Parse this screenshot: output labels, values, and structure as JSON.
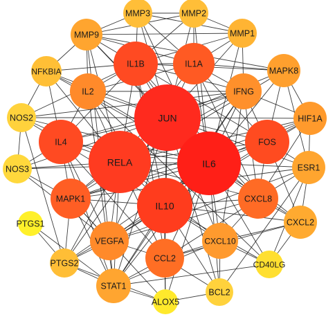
{
  "network": {
    "nodes": [
      {
        "id": "JUN",
        "label": "JUN",
        "degree_rank": 2,
        "color": "#ff2a1e"
      },
      {
        "id": "IL6",
        "label": "IL6",
        "degree_rank": 1,
        "color": "#ff1f17"
      },
      {
        "id": "RELA",
        "label": "RELA",
        "degree_rank": 3,
        "color": "#ff3b20"
      },
      {
        "id": "IL10",
        "label": "IL10",
        "degree_rank": 4,
        "color": "#ff3c1d"
      },
      {
        "id": "IL1B",
        "label": "IL1B",
        "degree_rank": 5,
        "color": "#ff4a22"
      },
      {
        "id": "IL4",
        "label": "IL4",
        "degree_rank": 6,
        "color": "#ff4a22"
      },
      {
        "id": "FOS",
        "label": "FOS",
        "degree_rank": 7,
        "color": "#ff4b20"
      },
      {
        "id": "IL1A",
        "label": "IL1A",
        "degree_rank": 8,
        "color": "#ff5a23"
      },
      {
        "id": "MAPK1",
        "label": "MAPK1",
        "degree_rank": 9,
        "color": "#ff5e24"
      },
      {
        "id": "CXCL8",
        "label": "CXCL8",
        "degree_rank": 10,
        "color": "#ff6b25"
      },
      {
        "id": "CCL2",
        "label": "CCL2",
        "degree_rank": 11,
        "color": "#ff6e24"
      },
      {
        "id": "VEGFA",
        "label": "VEGFA",
        "degree_rank": 12,
        "color": "#ff8a2a"
      },
      {
        "id": "IL2",
        "label": "IL2",
        "degree_rank": 13,
        "color": "#ff8a2a"
      },
      {
        "id": "IFNG",
        "label": "IFNG",
        "degree_rank": 14,
        "color": "#ff902b"
      },
      {
        "id": "CXCL10",
        "label": "CXCL10",
        "degree_rank": 15,
        "color": "#ff9a2e"
      },
      {
        "id": "HIF1A",
        "label": "HIF1A",
        "degree_rank": 16,
        "color": "#ff9a2c"
      },
      {
        "id": "MAPK8",
        "label": "MAPK8",
        "degree_rank": 17,
        "color": "#ffa02e"
      },
      {
        "id": "ESR1",
        "label": "ESR1",
        "degree_rank": 18,
        "color": "#ffa52f"
      },
      {
        "id": "MMP9",
        "label": "MMP9",
        "degree_rank": 19,
        "color": "#ffa52f"
      },
      {
        "id": "CXCL2",
        "label": "CXCL2",
        "degree_rank": 20,
        "color": "#ffaa30"
      },
      {
        "id": "STAT1",
        "label": "STAT1",
        "degree_rank": 21,
        "color": "#ffa530"
      },
      {
        "id": "MMP1",
        "label": "MMP1",
        "degree_rank": 22,
        "color": "#ffb433"
      },
      {
        "id": "MMP3",
        "label": "MMP3",
        "degree_rank": 23,
        "color": "#ffbe38"
      },
      {
        "id": "MMP2",
        "label": "MMP2",
        "degree_rank": 24,
        "color": "#ffbe38"
      },
      {
        "id": "NFKBIA",
        "label": "NFKBIA",
        "degree_rank": 25,
        "color": "#ffbf36"
      },
      {
        "id": "PTGS2",
        "label": "PTGS2",
        "degree_rank": 26,
        "color": "#ffbe36"
      },
      {
        "id": "NOS2",
        "label": "NOS2",
        "degree_rank": 27,
        "color": "#ffd23c"
      },
      {
        "id": "BCL2",
        "label": "BCL2",
        "degree_rank": 28,
        "color": "#ffd23c"
      },
      {
        "id": "NOS3",
        "label": "NOS3",
        "degree_rank": 29,
        "color": "#ffd83c"
      },
      {
        "id": "CD40LG",
        "label": "CD40LG",
        "degree_rank": 30,
        "color": "#ffdf30"
      },
      {
        "id": "ALOX5",
        "label": "ALOX5",
        "degree_rank": 31,
        "color": "#ffe92c"
      },
      {
        "id": "PTGS1",
        "label": "PTGS1",
        "degree_rank": 32,
        "color": "#fff02a"
      }
    ],
    "edges": [
      [
        "JUN",
        "IL6"
      ],
      [
        "JUN",
        "RELA"
      ],
      [
        "JUN",
        "IL10"
      ],
      [
        "JUN",
        "IL1B"
      ],
      [
        "JUN",
        "IL1A"
      ],
      [
        "JUN",
        "IL4"
      ],
      [
        "JUN",
        "FOS"
      ],
      [
        "JUN",
        "MAPK1"
      ],
      [
        "JUN",
        "CXCL8"
      ],
      [
        "JUN",
        "CCL2"
      ],
      [
        "JUN",
        "VEGFA"
      ],
      [
        "JUN",
        "IL2"
      ],
      [
        "JUN",
        "IFNG"
      ],
      [
        "JUN",
        "CXCL10"
      ],
      [
        "JUN",
        "HIF1A"
      ],
      [
        "JUN",
        "MAPK8"
      ],
      [
        "JUN",
        "ESR1"
      ],
      [
        "JUN",
        "MMP9"
      ],
      [
        "JUN",
        "STAT1"
      ],
      [
        "JUN",
        "MMP1"
      ],
      [
        "JUN",
        "MMP3"
      ],
      [
        "JUN",
        "MMP2"
      ],
      [
        "JUN",
        "NFKBIA"
      ],
      [
        "JUN",
        "PTGS2"
      ],
      [
        "JUN",
        "NOS2"
      ],
      [
        "JUN",
        "BCL2"
      ],
      [
        "JUN",
        "NOS3"
      ],
      [
        "JUN",
        "CXCL2"
      ],
      [
        "IL6",
        "RELA"
      ],
      [
        "IL6",
        "IL10"
      ],
      [
        "IL6",
        "IL1B"
      ],
      [
        "IL6",
        "IL1A"
      ],
      [
        "IL6",
        "IL4"
      ],
      [
        "IL6",
        "FOS"
      ],
      [
        "IL6",
        "MAPK1"
      ],
      [
        "IL6",
        "CXCL8"
      ],
      [
        "IL6",
        "CCL2"
      ],
      [
        "IL6",
        "VEGFA"
      ],
      [
        "IL6",
        "IL2"
      ],
      [
        "IL6",
        "IFNG"
      ],
      [
        "IL6",
        "CXCL10"
      ],
      [
        "IL6",
        "HIF1A"
      ],
      [
        "IL6",
        "MAPK8"
      ],
      [
        "IL6",
        "ESR1"
      ],
      [
        "IL6",
        "MMP9"
      ],
      [
        "IL6",
        "STAT1"
      ],
      [
        "IL6",
        "MMP1"
      ],
      [
        "IL6",
        "MMP3"
      ],
      [
        "IL6",
        "MMP2"
      ],
      [
        "IL6",
        "NFKBIA"
      ],
      [
        "IL6",
        "PTGS2"
      ],
      [
        "IL6",
        "NOS2"
      ],
      [
        "IL6",
        "BCL2"
      ],
      [
        "IL6",
        "NOS3"
      ],
      [
        "IL6",
        "CXCL2"
      ],
      [
        "IL6",
        "CD40LG"
      ],
      [
        "IL6",
        "ALOX5"
      ],
      [
        "RELA",
        "IL10"
      ],
      [
        "RELA",
        "IL1B"
      ],
      [
        "RELA",
        "IL1A"
      ],
      [
        "RELA",
        "IL4"
      ],
      [
        "RELA",
        "FOS"
      ],
      [
        "RELA",
        "MAPK1"
      ],
      [
        "RELA",
        "CXCL8"
      ],
      [
        "RELA",
        "CCL2"
      ],
      [
        "RELA",
        "VEGFA"
      ],
      [
        "RELA",
        "IL2"
      ],
      [
        "RELA",
        "IFNG"
      ],
      [
        "RELA",
        "CXCL10"
      ],
      [
        "RELA",
        "HIF1A"
      ],
      [
        "RELA",
        "NFKBIA"
      ],
      [
        "RELA",
        "NOS2"
      ],
      [
        "RELA",
        "NOS3"
      ],
      [
        "RELA",
        "STAT1"
      ],
      [
        "RELA",
        "PTGS2"
      ],
      [
        "RELA",
        "MMP9"
      ],
      [
        "IL10",
        "IL1B"
      ],
      [
        "IL10",
        "IL4"
      ],
      [
        "IL10",
        "FOS"
      ],
      [
        "IL10",
        "MAPK1"
      ],
      [
        "IL10",
        "CXCL8"
      ],
      [
        "IL10",
        "CCL2"
      ],
      [
        "IL10",
        "VEGFA"
      ],
      [
        "IL10",
        "IL2"
      ],
      [
        "IL10",
        "IFNG"
      ],
      [
        "IL10",
        "CXCL10"
      ],
      [
        "IL10",
        "STAT1"
      ],
      [
        "IL10",
        "CD40LG"
      ],
      [
        "IL10",
        "BCL2"
      ],
      [
        "IL10",
        "ALOX5"
      ],
      [
        "IL10",
        "PTGS2"
      ],
      [
        "IL10",
        "CXCL2"
      ],
      [
        "IL1B",
        "IL1A"
      ],
      [
        "IL1B",
        "IL4"
      ],
      [
        "IL1B",
        "FOS"
      ],
      [
        "IL1B",
        "MMP9"
      ],
      [
        "IL1B",
        "MMP3"
      ],
      [
        "IL1B",
        "MMP1"
      ],
      [
        "IL1B",
        "IL2"
      ],
      [
        "IL1B",
        "IFNG"
      ],
      [
        "IL1B",
        "CXCL8"
      ],
      [
        "IL1B",
        "CCL2"
      ],
      [
        "IL1B",
        "NFKBIA"
      ],
      [
        "IL1B",
        "MAPK8"
      ],
      [
        "IL1B",
        "NOS2"
      ],
      [
        "IL1B",
        "MMP2"
      ],
      [
        "IL1A",
        "MMP3"
      ],
      [
        "IL1A",
        "MMP1"
      ],
      [
        "IL1A",
        "MMP9"
      ],
      [
        "IL1A",
        "IFNG"
      ],
      [
        "IL1A",
        "FOS"
      ],
      [
        "IL1A",
        "IL2"
      ],
      [
        "IL1A",
        "MAPK8"
      ],
      [
        "IL1A",
        "CXCL8"
      ],
      [
        "IL1A",
        "MMP2"
      ],
      [
        "IL4",
        "IL2"
      ],
      [
        "IL4",
        "IFNG"
      ],
      [
        "IL4",
        "MAPK1"
      ],
      [
        "IL4",
        "NOS2"
      ],
      [
        "IL4",
        "NOS3"
      ],
      [
        "IL4",
        "NFKBIA"
      ],
      [
        "IL4",
        "STAT1"
      ],
      [
        "IL4",
        "CCL2"
      ],
      [
        "IL4",
        "VEGFA"
      ],
      [
        "FOS",
        "MAPK8"
      ],
      [
        "FOS",
        "HIF1A"
      ],
      [
        "FOS",
        "ESR1"
      ],
      [
        "FOS",
        "CXCL8"
      ],
      [
        "FOS",
        "MAPK1"
      ],
      [
        "FOS",
        "IFNG"
      ],
      [
        "FOS",
        "CXCL2"
      ],
      [
        "MAPK1",
        "VEGFA"
      ],
      [
        "MAPK1",
        "STAT1"
      ],
      [
        "MAPK1",
        "PTGS2"
      ],
      [
        "MAPK1",
        "NOS3"
      ],
      [
        "MAPK1",
        "HIF1A"
      ],
      [
        "MAPK1",
        "ESR1"
      ],
      [
        "MAPK1",
        "MAPK8"
      ],
      [
        "MAPK1",
        "ALOX5"
      ],
      [
        "CXCL8",
        "CCL2"
      ],
      [
        "CXCL8",
        "CXCL10"
      ],
      [
        "CXCL8",
        "CXCL2"
      ],
      [
        "CXCL8",
        "VEGFA"
      ],
      [
        "CXCL8",
        "HIF1A"
      ],
      [
        "CXCL8",
        "IFNG"
      ],
      [
        "CXCL8",
        "ESR1"
      ],
      [
        "CCL2",
        "CXCL10"
      ],
      [
        "CCL2",
        "VEGFA"
      ],
      [
        "CCL2",
        "STAT1"
      ],
      [
        "CCL2",
        "CXCL2"
      ],
      [
        "CCL2",
        "BCL2"
      ],
      [
        "CCL2",
        "ALOX5"
      ],
      [
        "VEGFA",
        "HIF1A"
      ],
      [
        "VEGFA",
        "STAT1"
      ],
      [
        "VEGFA",
        "PTGS2"
      ],
      [
        "VEGFA",
        "NOS3"
      ],
      [
        "VEGFA",
        "ESR1"
      ],
      [
        "VEGFA",
        "MMP9"
      ],
      [
        "IL2",
        "IFNG"
      ],
      [
        "IL2",
        "NFKBIA"
      ],
      [
        "IL2",
        "MMP9"
      ],
      [
        "IL2",
        "STAT1"
      ],
      [
        "IL2",
        "CD40LG"
      ],
      [
        "IFNG",
        "CXCL10"
      ],
      [
        "IFNG",
        "STAT1"
      ],
      [
        "IFNG",
        "MMP1"
      ],
      [
        "IFNG",
        "HIF1A"
      ],
      [
        "IFNG",
        "NOS2"
      ],
      [
        "CXCL10",
        "STAT1"
      ],
      [
        "CXCL10",
        "CXCL2"
      ],
      [
        "CXCL10",
        "CD40LG"
      ],
      [
        "CXCL10",
        "BCL2"
      ],
      [
        "HIF1A",
        "ESR1"
      ],
      [
        "HIF1A",
        "MAPK8"
      ],
      [
        "MAPK8",
        "ESR1"
      ],
      [
        "MAPK8",
        "MMP9"
      ],
      [
        "ESR1",
        "CXCL2"
      ],
      [
        "ESR1",
        "BCL2"
      ],
      [
        "ESR1",
        "CD40LG"
      ],
      [
        "MMP9",
        "MMP3"
      ],
      [
        "MMP9",
        "MMP2"
      ],
      [
        "MMP9",
        "MMP1"
      ],
      [
        "MMP9",
        "NFKBIA"
      ],
      [
        "MMP3",
        "MMP2"
      ],
      [
        "MMP3",
        "MMP1"
      ],
      [
        "MMP2",
        "MMP1"
      ],
      [
        "STAT1",
        "ALOX5"
      ],
      [
        "STAT1",
        "PTGS2"
      ],
      [
        "STAT1",
        "CD40LG"
      ],
      [
        "PTGS2",
        "PTGS1"
      ],
      [
        "PTGS2",
        "ALOX5"
      ],
      [
        "PTGS2",
        "NOS2"
      ],
      [
        "NFKBIA",
        "NOS2"
      ],
      [
        "NOS2",
        "NOS3"
      ],
      [
        "CXCL2",
        "CD40LG"
      ],
      [
        "BCL2",
        "ALOX5"
      ],
      [
        "PTGS1",
        "STAT1"
      ]
    ]
  }
}
